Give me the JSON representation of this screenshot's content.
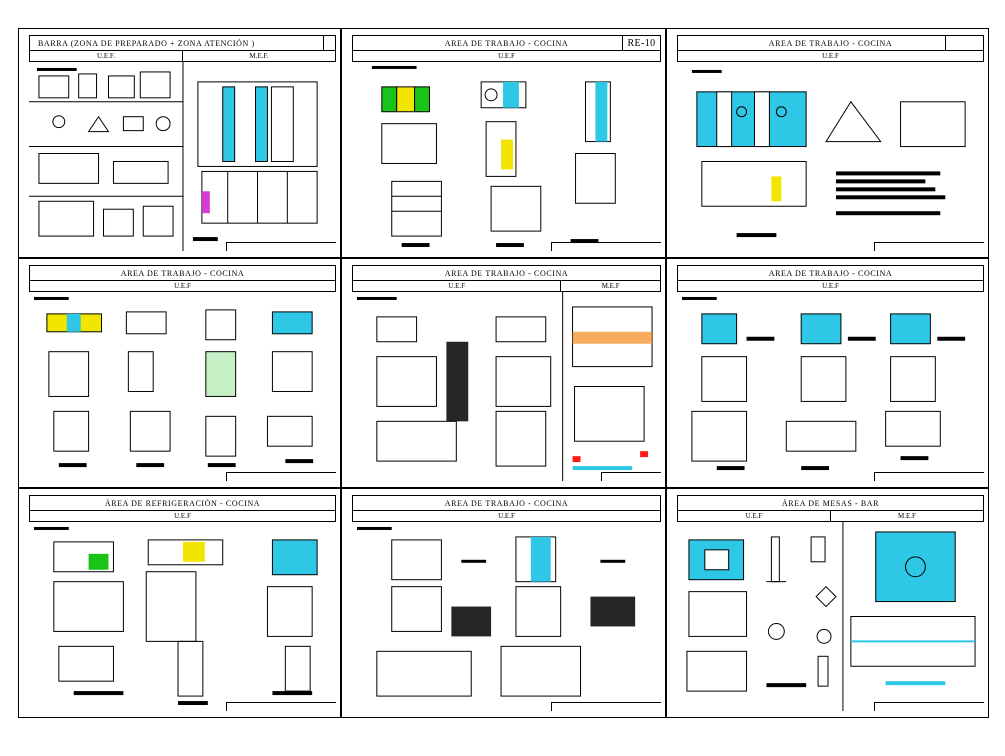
{
  "sheet": {
    "panels": [
      {
        "title": "BARRA (ZONA DE PREPARADO + ZONA ATENCIÓN )",
        "code": "",
        "sub": [
          "U.E.F.",
          "M.E.F."
        ]
      },
      {
        "title": "AREA DE TRABAJO - COCINA",
        "code": "RE-10",
        "sub": [
          "U.E.F"
        ]
      },
      {
        "title": "AREA DE TRABAJO - COCINA",
        "code": "",
        "sub": [
          "U.E.F"
        ]
      },
      {
        "title": "AREA DE TRABAJO - COCINA",
        "code": "",
        "sub": [
          "U.E.F"
        ]
      },
      {
        "title": "AREA DE TRABAJO - COCINA",
        "code": "",
        "sub": [
          "U.E.F",
          "M.E.F"
        ]
      },
      {
        "title": "AREA DE TRABAJO - COCINA",
        "code": "",
        "sub": [
          "U.E.F"
        ]
      },
      {
        "title": "ÁREA DE REFRIGERACIÓN - COCINA",
        "code": "",
        "sub": [
          "U.E.F"
        ]
      },
      {
        "title": "AREA DE TRABAJO - COCINA",
        "code": "",
        "sub": [
          "U.E.F"
        ]
      },
      {
        "title": "ÁREA DE MESAS - BAR",
        "code": "",
        "sub": [
          "U.E.F",
          "M.E.F"
        ]
      }
    ]
  },
  "colors": {
    "cyan": "#2ec7e6",
    "green": "#19c419",
    "yellow": "#f2e600",
    "red": "#ff1a1a",
    "magenta": "#d63bd6",
    "line": "#000000"
  }
}
